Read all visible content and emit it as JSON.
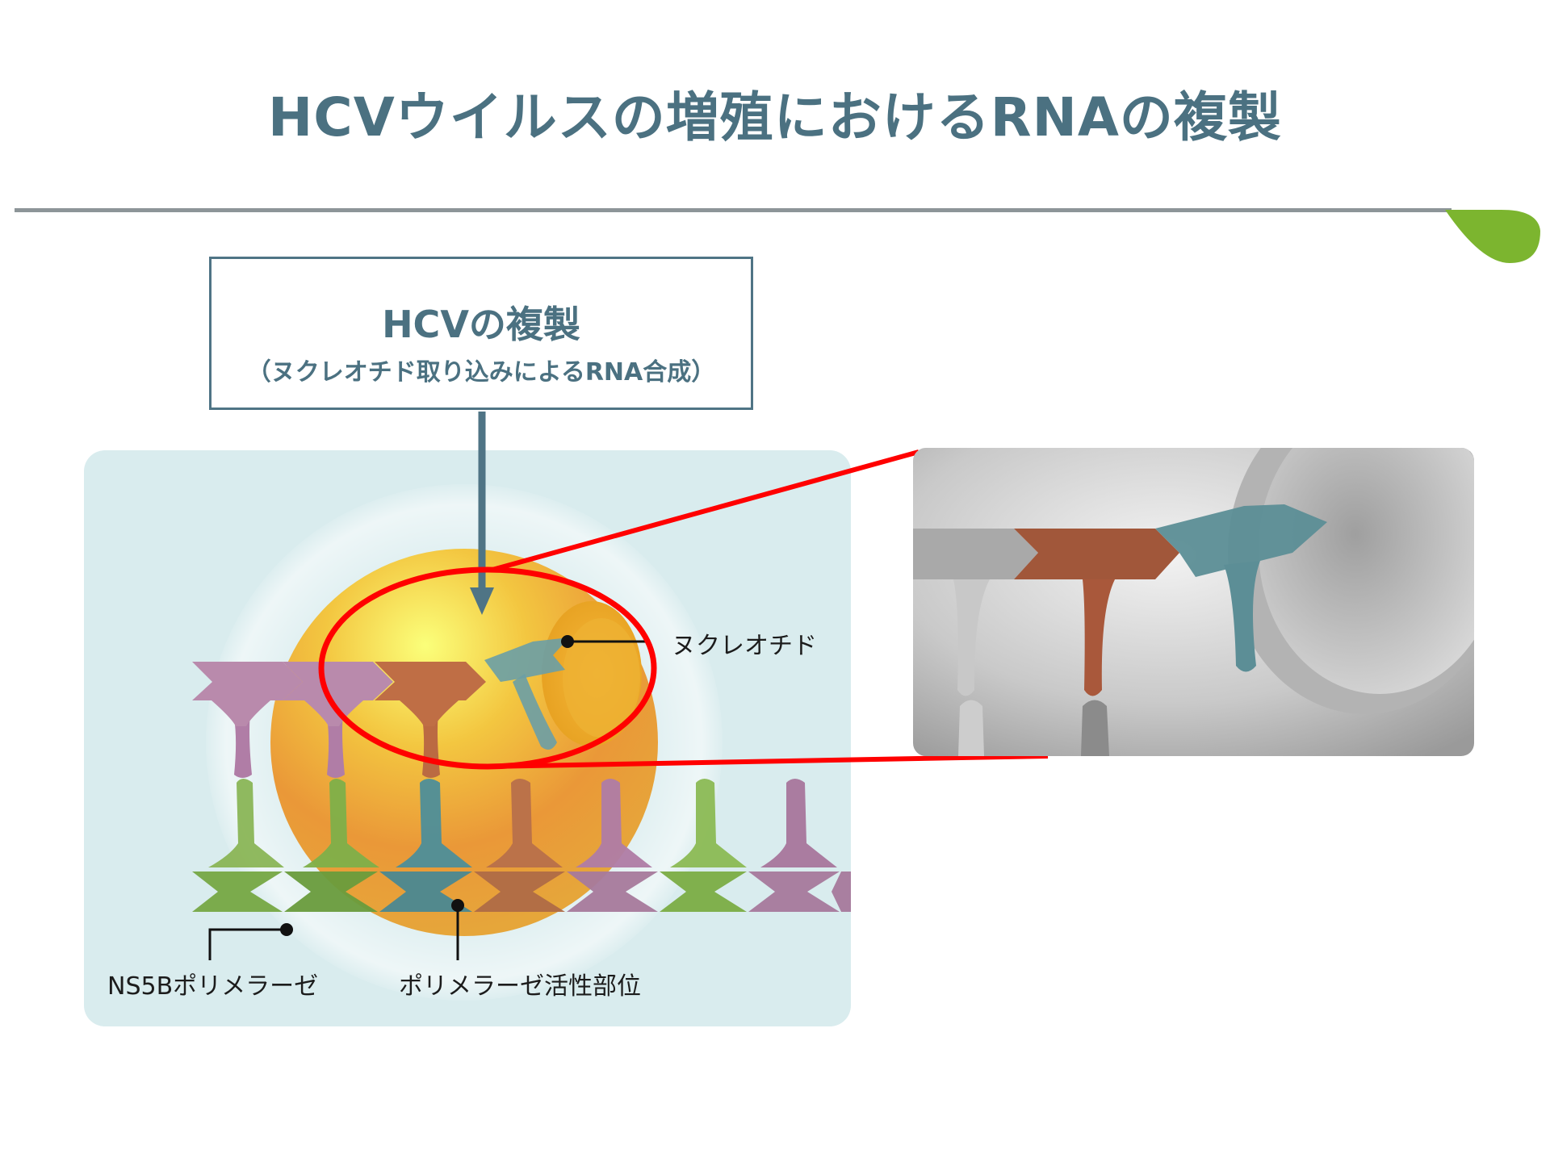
{
  "title": "HCVウイルスの増殖におけるRNAの複製",
  "box": {
    "title": "HCVの複製",
    "subtitle": "（ヌクレオチド取り込みによるRNA合成）"
  },
  "labels": {
    "nucleotide": "ヌクレオチド",
    "ns5b": "NS5Bポリメラーゼ",
    "active_site": "ポリメラーゼ活性部位"
  },
  "colors": {
    "title": "#4b7181",
    "arrow": "#4f7485",
    "highlight": "#ff0000",
    "accent_leaf": "#7cb52f",
    "nucleotide_purple": "#b57ea6",
    "nucleotide_green": "#84b04e",
    "nucleotide_orange": "#c36f45",
    "nucleotide_teal": "#5f8f98"
  }
}
